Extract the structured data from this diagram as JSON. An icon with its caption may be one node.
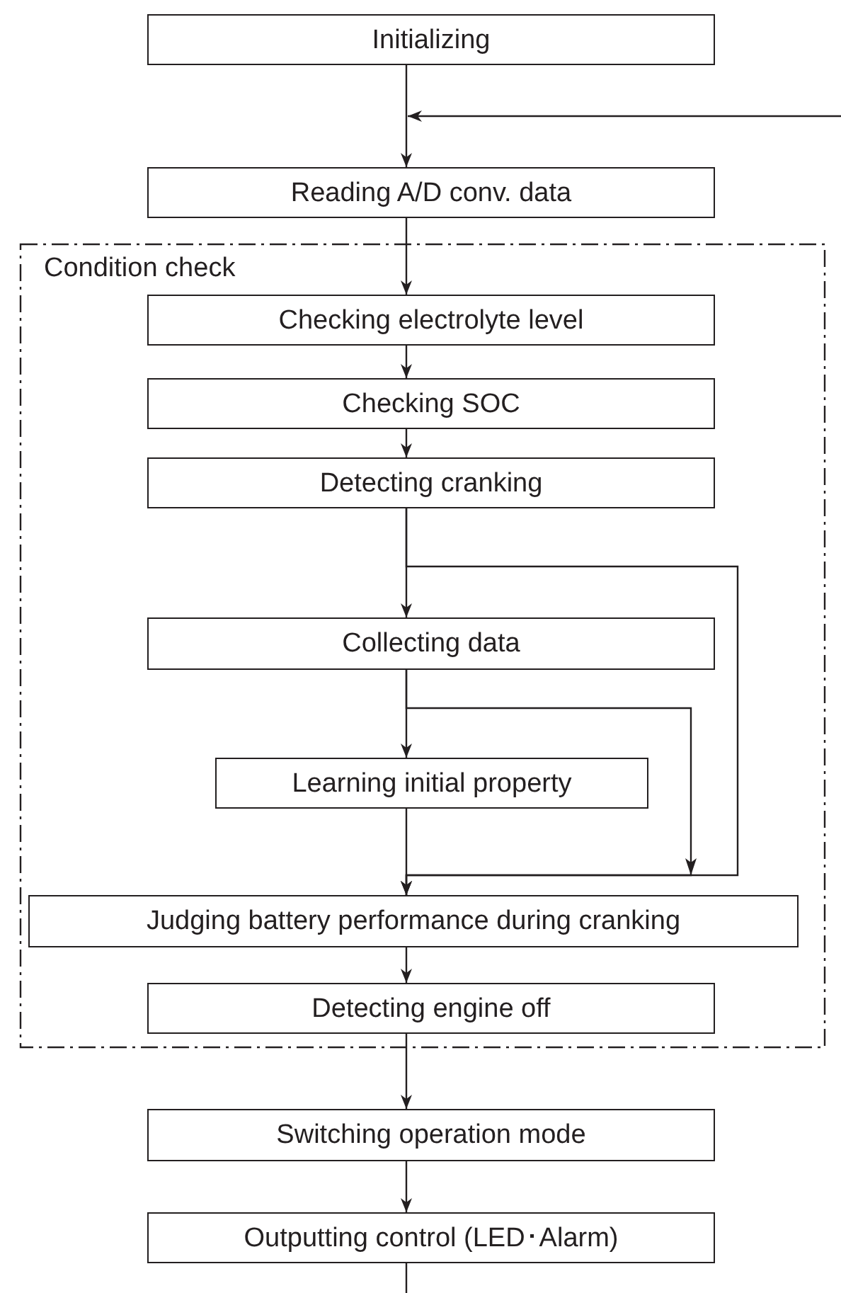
{
  "diagram": {
    "nodes": [
      {
        "text": [
          "Initializing"
        ]
      },
      {
        "text": [
          "Reading A/D conv. data"
        ]
      },
      {
        "text": [
          "Condition check"
        ]
      },
      {
        "text": [
          "Checking electrolyte level"
        ],
        "in": 2
      },
      {
        "text": [
          "Checking SOC"
        ],
        "in": 2
      },
      {
        "text": [
          "Detecting cranking"
        ],
        "in": 2
      },
      {
        "text": [
          "Collecting data"
        ],
        "in": 2
      },
      {
        "text": [
          "Learning initial property"
        ],
        "in": 2
      },
      {
        "text": [
          "Judging battery performance during cranking"
        ],
        "in": 2
      },
      {
        "text": [
          "Detecting engine off"
        ],
        "in": 2
      },
      {
        "text": [
          "Switching operation mode"
        ]
      },
      {
        "text": [
          "Outputting control (LED･Alarm)"
        ]
      }
    ],
    "edges": [
      {
        "from": 0,
        "to": 1,
        "arrow": "to"
      },
      {
        "from": null,
        "to": 1,
        "arrow": "to"
      },
      {
        "from": 1,
        "to": 3,
        "arrow": "to"
      },
      {
        "from": 3,
        "to": 4,
        "arrow": "to"
      },
      {
        "from": 4,
        "to": 5,
        "arrow": "to"
      },
      {
        "from": 5,
        "to": 6,
        "arrow": "to"
      },
      {
        "from": 5,
        "to": 8,
        "arrow": "to"
      },
      {
        "from": 6,
        "to": 7,
        "arrow": "to"
      },
      {
        "from": 6,
        "to": 8,
        "arrow": "to"
      },
      {
        "from": 7,
        "to": 8,
        "arrow": "to"
      },
      {
        "from": 8,
        "to": 9,
        "arrow": "to"
      },
      {
        "from": 9,
        "to": 10,
        "arrow": "to"
      },
      {
        "from": 10,
        "to": 11,
        "arrow": "to"
      },
      {
        "from": 11,
        "to": null,
        "arrow": "none"
      }
    ]
  }
}
